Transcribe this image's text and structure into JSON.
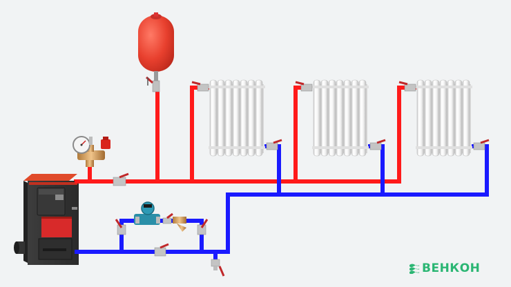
{
  "brand": {
    "name": "ВЕНКОН",
    "color": "#2bb673",
    "icon": "venkon-logo-icon"
  },
  "colors": {
    "supply_pipe": "#ff1a1a",
    "return_pipe": "#1a1aff",
    "expansion_tank": "#e83a2a",
    "boiler_body": "#3a3a3a",
    "boiler_door": "#d82a2a",
    "radiator": "#f2f2f2",
    "background": "#f1f3f4"
  },
  "components": {
    "boiler": "solid-fuel-boiler",
    "expansion_tank": "expansion-tank",
    "safety_group": "safety-group-with-gauge",
    "pump": "circulation-pump",
    "filter": "strainer-filter",
    "radiators": [
      "radiator-1",
      "radiator-2",
      "radiator-3"
    ],
    "valves": [
      "ball-valve",
      "mayevsky-air-valve",
      "drain-valve"
    ]
  }
}
